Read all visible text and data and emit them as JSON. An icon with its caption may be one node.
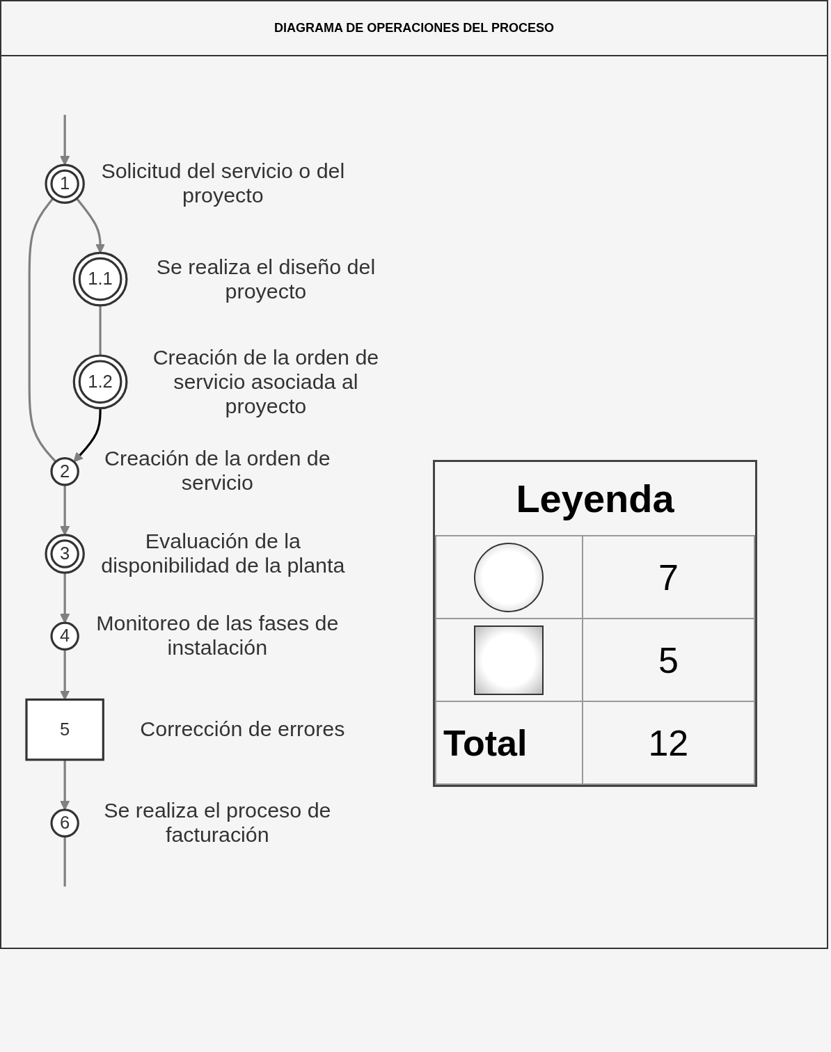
{
  "diagram": {
    "title": "DIAGRAMA DE OPERACIONES DEL PROCESO",
    "nodes": [
      {
        "text": [
          "1"
        ],
        "beside": [
          "Solicitud del servicio o del proyecto"
        ]
      },
      {
        "text": [
          "1.1"
        ],
        "beside": [
          "Se realiza el diseño del proyecto"
        ]
      },
      {
        "text": [
          "1.2"
        ],
        "beside": [
          "Creación de la orden de servicio asociada al proyecto"
        ]
      },
      {
        "text": [
          "2"
        ],
        "beside": [
          "Creación de la orden de servicio"
        ]
      },
      {
        "text": [
          "3"
        ],
        "beside": [
          "Evaluación de la disponibilidad de la planta"
        ]
      },
      {
        "text": [
          "4"
        ],
        "beside": [
          "Monitoreo de las fases de instalación"
        ]
      },
      {
        "text": [
          "5"
        ],
        "beside": [
          "Corrección de errores"
        ]
      },
      {
        "text": [
          "6"
        ],
        "beside": [
          "Se realiza el proceso de facturación"
        ]
      }
    ],
    "edges": [
      {
        "from": null,
        "to": 0,
        "arrow": "to"
      },
      {
        "from": 0,
        "to": 1,
        "arrow": "to"
      },
      {
        "from": 0,
        "to": 3,
        "arrow": "none"
      },
      {
        "from": 1,
        "to": 2,
        "arrow": "none"
      },
      {
        "from": 2,
        "to": 3,
        "arrow": "to",
        "color": "#000000"
      },
      {
        "from": 3,
        "to": 4,
        "arrow": "to"
      },
      {
        "from": 4,
        "to": 5,
        "arrow": "to"
      },
      {
        "from": 5,
        "to": 6,
        "arrow": "to"
      },
      {
        "from": 6,
        "to": 7,
        "arrow": "to"
      },
      {
        "from": 7,
        "to": null,
        "arrow": "none"
      }
    ],
    "labels": [
      "Leyenda",
      "Total",
      "12"
    ],
    "legend": [
      {
        "text": "7"
      },
      {
        "text": "5"
      }
    ]
  }
}
